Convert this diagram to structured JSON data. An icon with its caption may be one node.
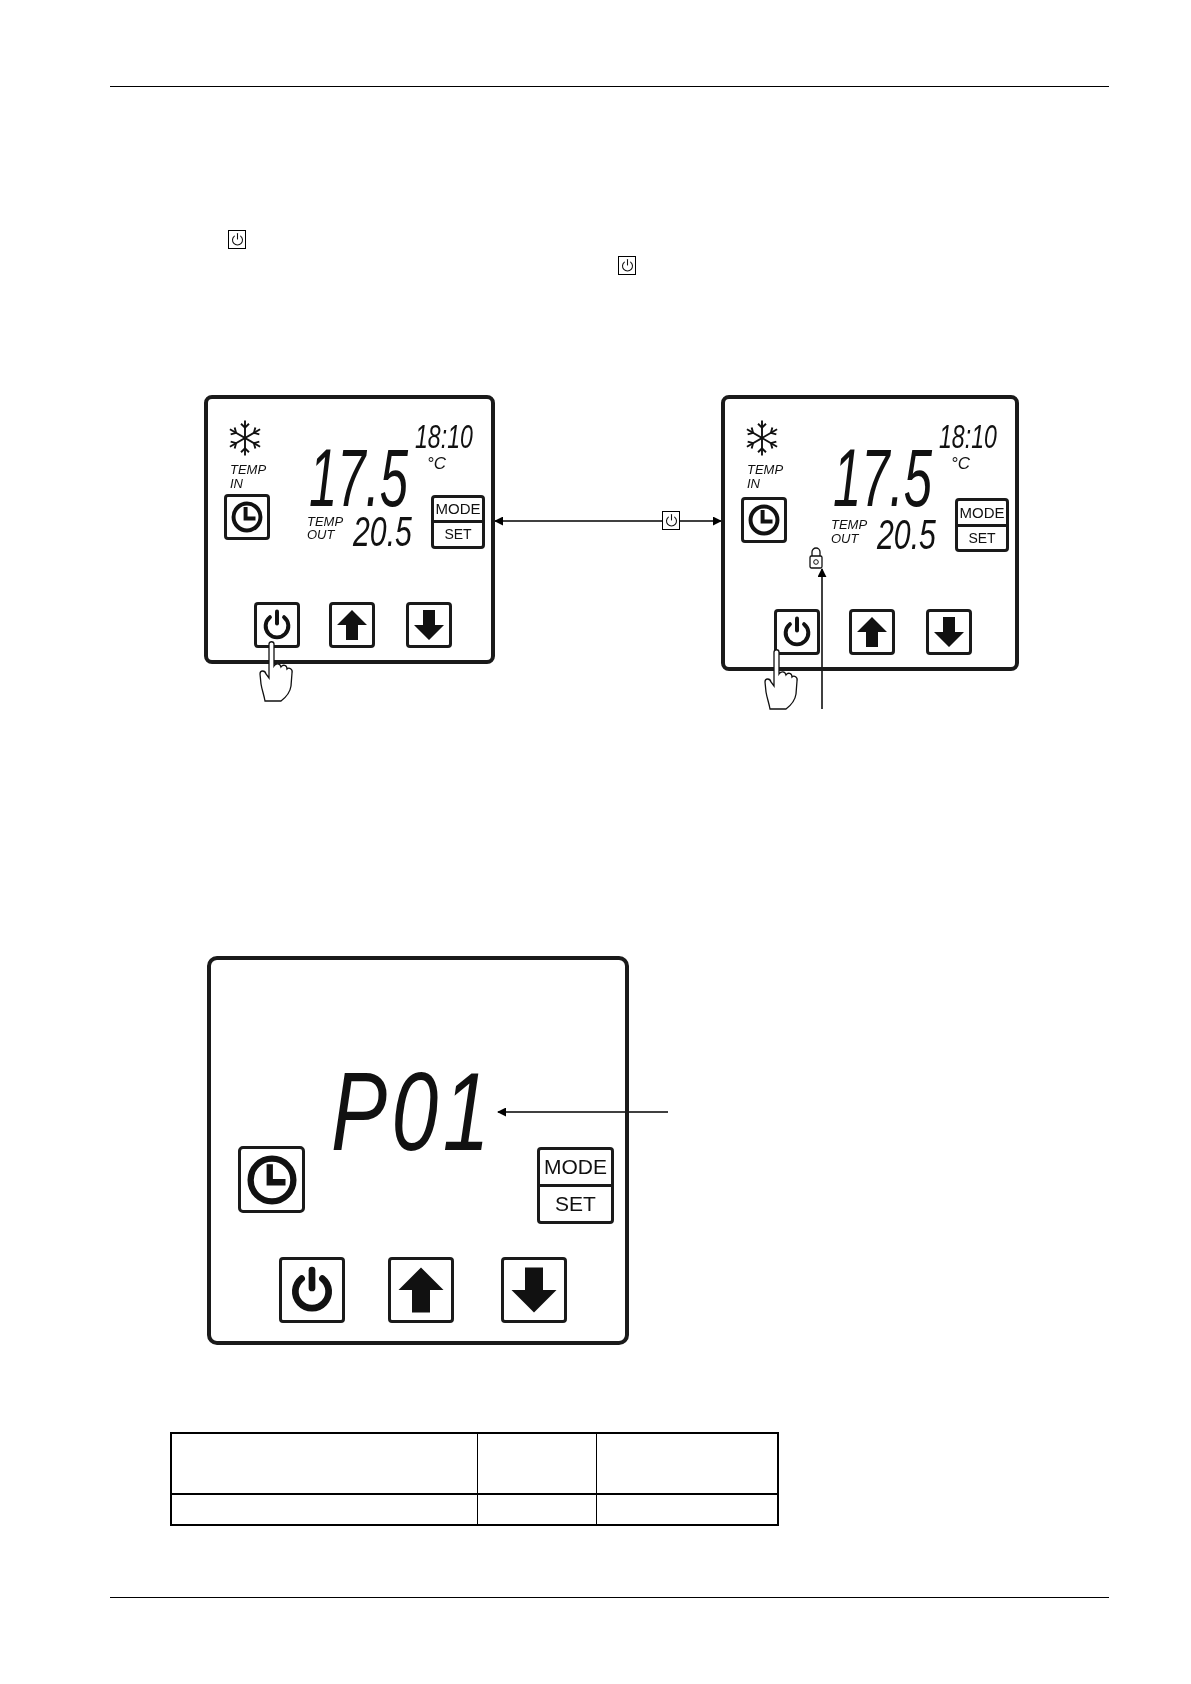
{
  "diagram": {
    "nodes": [
      {
        "text": [],
        "shape": "box"
      },
      {
        "text": [],
        "shape": "box"
      },
      {
        "text": [],
        "shape": "padlock",
        "in": 1
      },
      {
        "text": [],
        "shape": "box"
      },
      {
        "text": [
          "P01"
        ],
        "in": 3
      }
    ],
    "edges": [
      {
        "from": 0,
        "to": 1,
        "arrow": "both"
      },
      {
        "from": null,
        "to": 2,
        "arrow": "to"
      },
      {
        "from": null,
        "to": 4,
        "arrow": "to"
      }
    ],
    "labels": [
      "18:10",
      "TEMP IN",
      "17.5",
      "°C",
      "TEMP OUT",
      "20.5",
      "MODE",
      "SET",
      "18:10",
      "TEMP IN",
      "17.5",
      "°C",
      "TEMP OUT",
      "20.5",
      "MODE",
      "SET",
      "MODE",
      "SET"
    ]
  }
}
